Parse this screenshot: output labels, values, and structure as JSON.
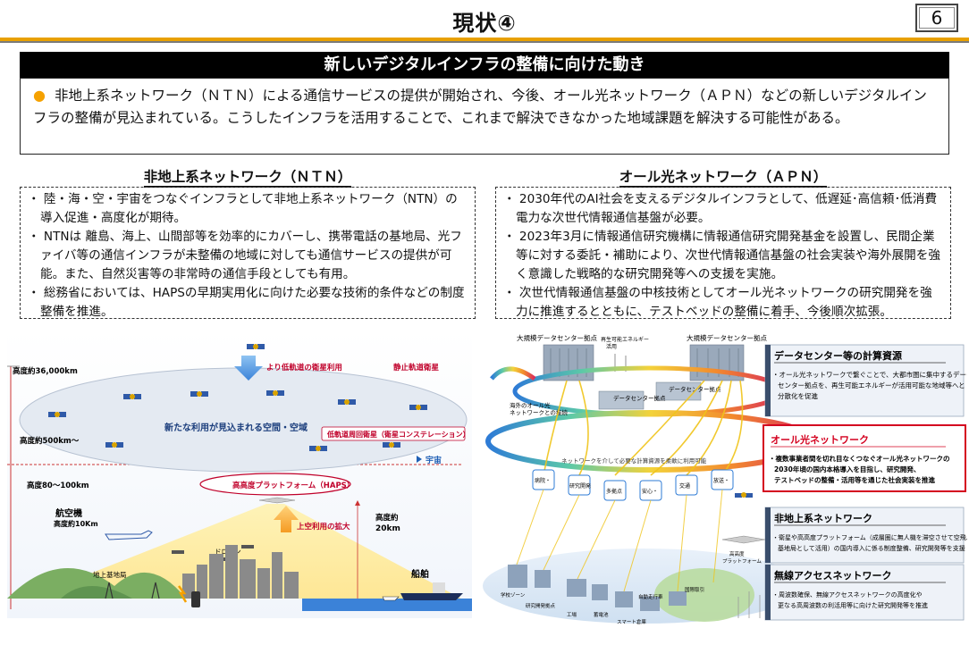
{
  "header": {
    "title": "現状④",
    "page_number": "6"
  },
  "banner": "新しいデジタルインフラの整備に向けた動き",
  "summary": "非地上系ネットワーク（ＮＴＮ）による通信サービスの提供が開始され、今後、オール光ネットワーク（ＡＰＮ）などの新しいデジタルインフラの整備が見込まれている。こうしたインフラを活用することで、これまで解決できなかった地域課題を解決する可能性がある。",
  "ntn": {
    "heading": "非地上系ネットワーク（ＮＴＮ）",
    "bullets": [
      "・ 陸・海・空・宇宙をつなぐインフラとして非地上系ネットワーク（NTN）の導入促進・高度化が期待。",
      "・ NTNは 離島、海上、山間部等を効率的にカバーし、携帯電話の基地局、光ファイバ等の通信インフラが未整備の地域に対しても通信サービスの提供が可能。また、自然災害等の非常時の通信手段としても有用。",
      "・ 総務省においては、HAPSの早期実用化に向けた必要な技術的条件などの制度整備を推進。"
    ]
  },
  "apn": {
    "heading": "オール光ネットワーク（ＡＰＮ）",
    "bullets": [
      "・ 2030年代のAI社会を支えるデジタルインフラとして、低遅延･高信頼･低消費電力な次世代情報通信基盤が必要。",
      "・ 2023年3月に情報通信研究機構に情報通信研究開発基金を設置し、民間企業等に対する委託・補助により、次世代情報通信基盤の社会実装や海外展開を強く意識した戦略的な研究開発等への支援を実施。",
      "・ 次世代情報通信基盤の中核技術としてオール光ネットワークの研究開発を強力に推進するとともに、テストベッドの整備に着手、今後順次拡張。"
    ]
  },
  "ntn_diagram": {
    "alt_36000": "高度約36,000km",
    "alt_500": "高度約500km～",
    "alt_80_100": "高度80～100km",
    "alt_20": "高度約\n20km",
    "alt_20_a": "高度約",
    "alt_20_b": "20km",
    "low_orbit_use": "より低軌道の衛星利用",
    "geo_sat": "静止軌道衛星",
    "new_space": "新たな利用が見込まれる空間・空域",
    "leo_constellation": "低軌道周回衛星（衛星コンステレーション）",
    "space": "宇宙",
    "haps": "高高度プラットフォーム（HAPS）",
    "sky_use": "上空利用の拡大",
    "aircraft": "航空機",
    "aircraft_alt": "高度約10Km",
    "drone": "ドローン",
    "ground_station": "地上基地局",
    "ship": "船舶"
  },
  "apn_diagram": {
    "dc_left": "大規模データセンター拠点",
    "dc_right": "大規模データセンター拠点",
    "renewable": "再生可能エネルギー\n活用",
    "overseas": "海外のオール光\nネットワークとの接続",
    "dc_center_1": "データセンター拠点",
    "dc_center_2": "データセンター拠点",
    "network_text": "ネットワークを介して必要な計算資源を柔軟に利用可能",
    "nodes": [
      "病院・\n施設",
      "研究開発",
      "多拠点",
      "安心・\n安全",
      "交通",
      "放送・\nコンテンツ"
    ],
    "bottom_labels": [
      "学校ゾーン",
      "研究開発拠点",
      "工場",
      "蓄電池",
      "スマート倉庫",
      "自動走行車",
      "国際取引\n拠点"
    ],
    "haps_label": "高高度\nプラットフォーム",
    "cards": [
      {
        "title": "データセンター等の計算資源",
        "body": "・オール光ネットワークで繋ぐことで、大都市圏に集中するデータセンター拠点を、再生可能エネルギーが活用可能な地域等へと分散化を促進"
      },
      {
        "title": "オール光ネットワーク",
        "body": "・複数事業者間を切れ目なくつなぐオール光ネットワークの2030年頃の国内本格導入を目指し、研究開発、テストベッドの整備・活用等を通じた社会実装を推進"
      },
      {
        "title": "非地上系ネットワーク",
        "body": "・衛星や高高度プラットフォーム（成層圏に無人機を滞空させて空飛ぶ基地局として活用）の国内導入に係る制度整備、研究開発等を支援"
      },
      {
        "title": "無線アクセスネットワーク",
        "body": "・周波数確保、無線アクセスネットワークの高度化や更なる高周波数の利活用等に向けた研究開発等を推進"
      }
    ]
  },
  "colors": {
    "accent_orange": "#e8a000",
    "bullet_dot": "#f5a100",
    "apn_red": "#d4001f",
    "sky_blue": "#3b82d8"
  }
}
